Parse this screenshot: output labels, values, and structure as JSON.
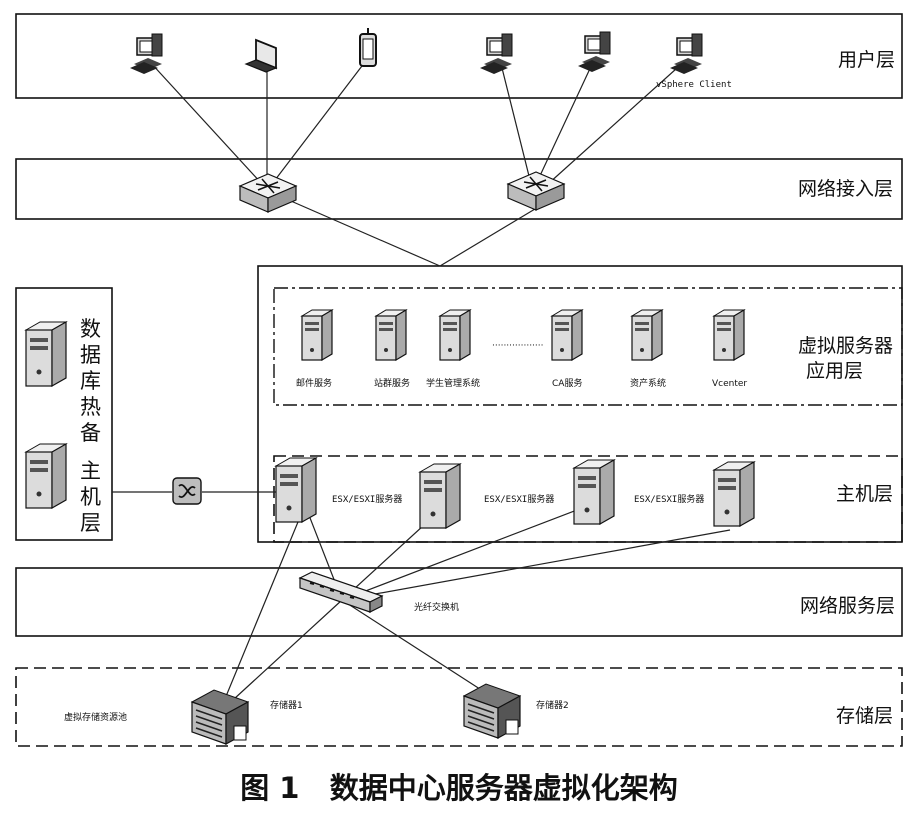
{
  "layers": {
    "user": "用户层",
    "network_access": "网络接入层",
    "virtual_app_line1": "虚拟服务器",
    "virtual_app_line2": "应用层",
    "host": "主机层",
    "network_service": "网络服务层",
    "storage": "存储层"
  },
  "user_layer": {
    "vsphere_client_label": "vSphere Client"
  },
  "hot_standby": {
    "chars": [
      "数",
      "据",
      "库",
      "热",
      "备",
      "主",
      "机",
      "层"
    ]
  },
  "virtual_services": {
    "mail": "邮件服务",
    "site_group": "站群服务",
    "student_mgmt": "学生管理系统",
    "ellipsis": "··················",
    "ca": "CA服务",
    "asset": "资产系统",
    "vcenter": "Vcenter"
  },
  "hosts": {
    "esx_label": "ESX/ESXI服务器"
  },
  "network_service_layer": {
    "fiber_switch": "光纤交换机"
  },
  "storage_layer": {
    "virtual_pool": "虚拟存储资源池",
    "storage1": "存储器1",
    "storage2": "存储器2"
  },
  "caption": "图 1   数据中心服务器虚拟化架构",
  "icons": [
    "desktop-computer-icon",
    "laptop-icon",
    "mobile-device-icon",
    "router-icon",
    "server-icon",
    "fiber-switch-icon",
    "storage-array-icon"
  ]
}
